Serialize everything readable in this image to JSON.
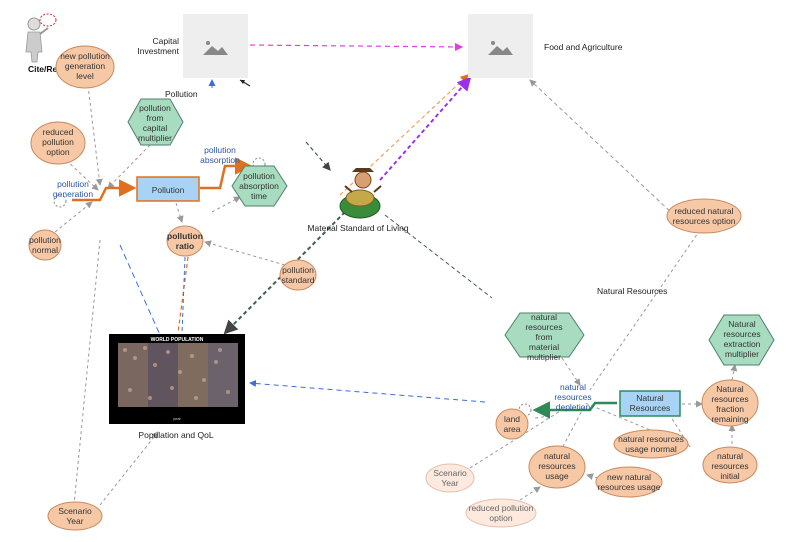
{
  "cite": "Cite/Ref",
  "modules": {
    "capital_investment": "Capital\nInvestment",
    "food_agriculture": "Food and Agriculture",
    "pollution": "Pollution",
    "natural_resources": "Natural Resources",
    "material_standard": "Material Standard of Living",
    "population": "Population and QoL"
  },
  "stocks": {
    "pollution": "Pollution",
    "natural_resources": "Natural\nResources"
  },
  "flows": {
    "pollution_generation": "pollution\ngeneration",
    "pollution_absorption": "pollution\nabsorption",
    "natural_resources_depletion": "natural\nresources\ndepletion"
  },
  "converters": {
    "new_pollution_generation_level": "new pollution\ngeneration\nlevel",
    "reduced_pollution_option": "reduced\npollution\noption",
    "pollution_normal": "pollution\nnormal",
    "pollution_ratio": "pollution\nratio",
    "pollution_standard": "pollution\nstandard",
    "scenario_year_left": "Scenario\nYear",
    "reduced_natural_resources_option": "reduced natural\nresources option",
    "natural_resources_fraction_remaining": "Natural\nresources\nfraction\nremaining",
    "land_area": "land\narea",
    "natural_resources_usage_normal": "natural resources\nusage normal",
    "natural_resources_initial": "natural\nresources\ninitial",
    "scenario_year_right": "Scenario\nYear",
    "natural_resources_usage": "natural\nresources\nusage",
    "new_natural_resources_usage": "new natural\nresources usage",
    "reduced_pollution_option_bottom": "reduced pollution\noption"
  },
  "multipliers": {
    "pollution_from_capital": "pollution\nfrom\ncapital\nmultiplier",
    "pollution_absorption_time": "pollution\nabsorption\ntime",
    "natural_resources_from_material": "natural\nresources\nfrom\nmaterial\nmultiplier",
    "natural_resources_extraction": "Natural\nresources\nextraction\nmultiplier"
  },
  "world_population_image": {
    "title": "WORLD POPULATION",
    "xlabel": "year"
  },
  "icons": [
    "image-placeholder-icon",
    "person-icon",
    "money-bag-person-icon",
    "world-population-image"
  ]
}
